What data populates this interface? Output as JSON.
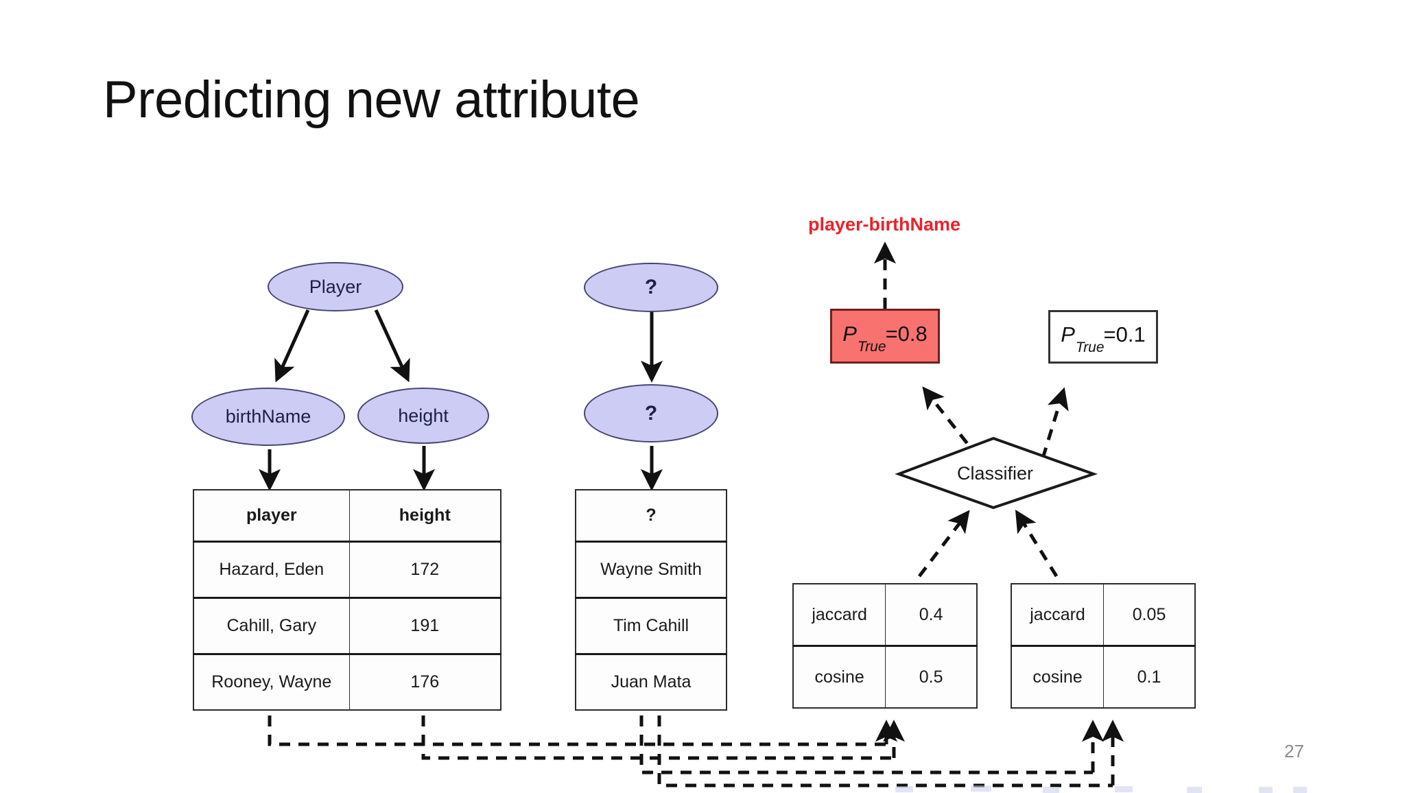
{
  "slide": {
    "title": "Predicting new attribute",
    "page_number": "27",
    "background_color": "#ffffff"
  },
  "colors": {
    "ellipse_fill": "#ccccf5",
    "ellipse_stroke": "#46466e",
    "highlight_fill": "#f8726f",
    "highlight_stroke": "#6d2020",
    "target_label": "#e8232a",
    "line": "#111111",
    "page_number": "#8b8b8b"
  },
  "known_schema": {
    "root_node": "Player",
    "child_nodes": [
      "birthName",
      "height"
    ],
    "table": {
      "headers": [
        "player",
        "height"
      ],
      "rows": [
        [
          "Hazard, Eden",
          "172"
        ],
        [
          "Cahill, Gary",
          "191"
        ],
        [
          "Rooney, Wayne",
          "176"
        ]
      ]
    }
  },
  "unknown_schema": {
    "root_node": "?",
    "child_node": "?",
    "table": {
      "headers": [
        "?"
      ],
      "rows": [
        [
          "Wayne Smith"
        ],
        [
          "Tim Cahill"
        ],
        [
          "Juan Mata"
        ]
      ]
    }
  },
  "prediction": {
    "target_label": "player-birthName",
    "classifier_label": "Classifier",
    "outputs": [
      {
        "var": "P",
        "sub": "True",
        "eq": "=",
        "value": "0.8",
        "highlighted": true
      },
      {
        "var": "P",
        "sub": "True",
        "eq": "=",
        "value": "0.1",
        "highlighted": false
      }
    ],
    "feature_tables": [
      {
        "rows": [
          {
            "name": "jaccard",
            "value": "0.4"
          },
          {
            "name": "cosine",
            "value": "0.5"
          }
        ]
      },
      {
        "rows": [
          {
            "name": "jaccard",
            "value": "0.05"
          },
          {
            "name": "cosine",
            "value": "0.1"
          }
        ]
      }
    ]
  }
}
